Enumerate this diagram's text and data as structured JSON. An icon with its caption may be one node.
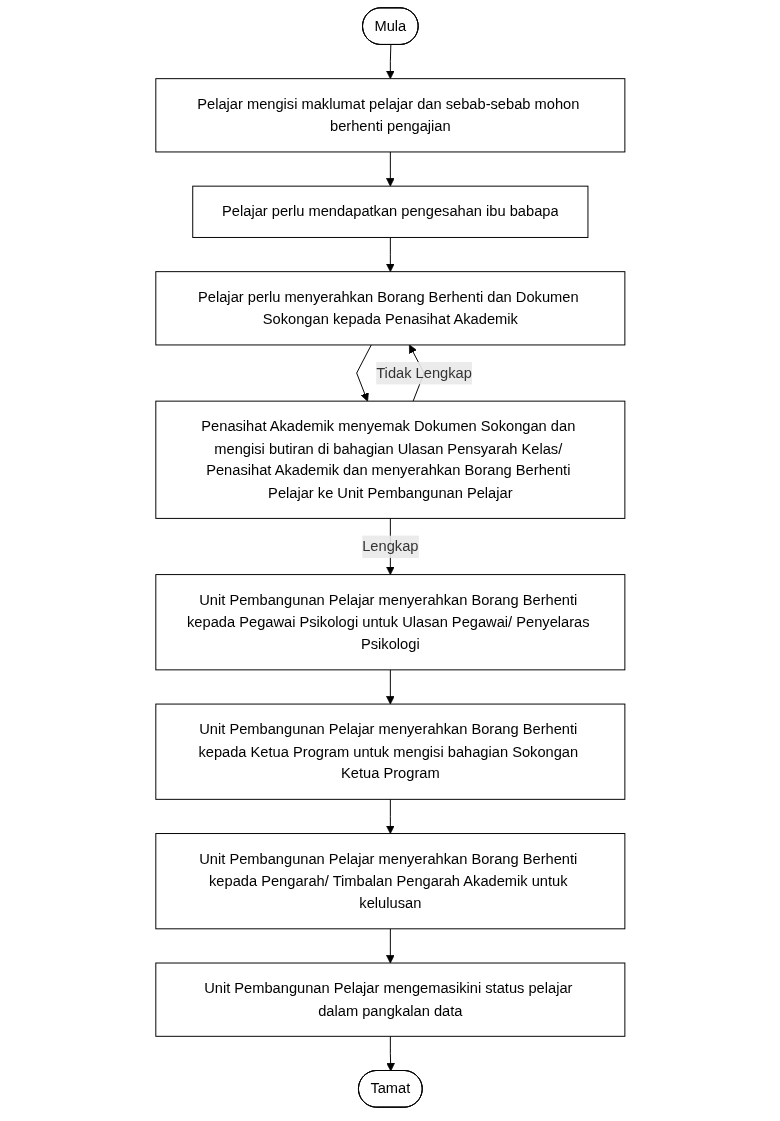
{
  "diagram": {
    "nodes": [
      {
        "text": [
          "Mula"
        ]
      },
      {
        "text": [
          "Pelajar mengisi maklumat pelajar dan sebab-sebab mohon berhenti pengajian"
        ]
      },
      {
        "text": [
          "Pelajar perlu mendapatkan pengesahan ibu babapa"
        ]
      },
      {
        "text": [
          "Pelajar perlu menyerahkan Borang Berhenti dan Dokumen Sokongan kepada Penasihat Akademik"
        ]
      },
      {
        "text": [
          "Penasihat Akademik menyemak Dokumen Sokongan dan mengisi butiran di bahagian Ulasan Pensyarah Kelas/ Penasihat Akademik dan menyerahkan Borang Berhenti Pelajar ke Unit Pembangunan Pelajar"
        ]
      },
      {
        "text": [
          "Unit Pembangunan Pelajar menyerahkan Borang Berhenti kepada Pegawai Psikologi untuk Ulasan Pegawai/ Penyelaras Psikologi"
        ]
      },
      {
        "text": [
          "Unit Pembangunan Pelajar menyerahkan Borang Berhenti kepada Ketua Program untuk mengisi bahagian Sokongan Ketua Program"
        ]
      },
      {
        "text": [
          "Unit Pembangunan Pelajar menyerahkan Borang Berhenti kepada Pengarah/ Timbalan Pengarah Akademik untuk kelulusan"
        ]
      },
      {
        "text": [
          "Unit Pembangunan Pelajar mengemasikini status pelajar dalam pangkalan data"
        ]
      },
      {
        "text": [
          "Tamat"
        ]
      }
    ],
    "edges": [
      {
        "from": 0,
        "to": 1,
        "arrow": "to"
      },
      {
        "from": 1,
        "to": 2,
        "arrow": "to"
      },
      {
        "from": 2,
        "to": 3,
        "arrow": "to"
      },
      {
        "from": 3,
        "to": 4,
        "arrow": "to"
      },
      {
        "from": 4,
        "to": 5,
        "arrow": "to",
        "label": "Lengkap"
      },
      {
        "from": 4,
        "to": 3,
        "arrow": "to",
        "label": "Tidak Lengkap"
      },
      {
        "from": 5,
        "to": 6,
        "arrow": "to"
      },
      {
        "from": 6,
        "to": 7,
        "arrow": "to"
      },
      {
        "from": 7,
        "to": 8,
        "arrow": "to"
      },
      {
        "from": 8,
        "to": 9,
        "arrow": "to"
      }
    ]
  }
}
